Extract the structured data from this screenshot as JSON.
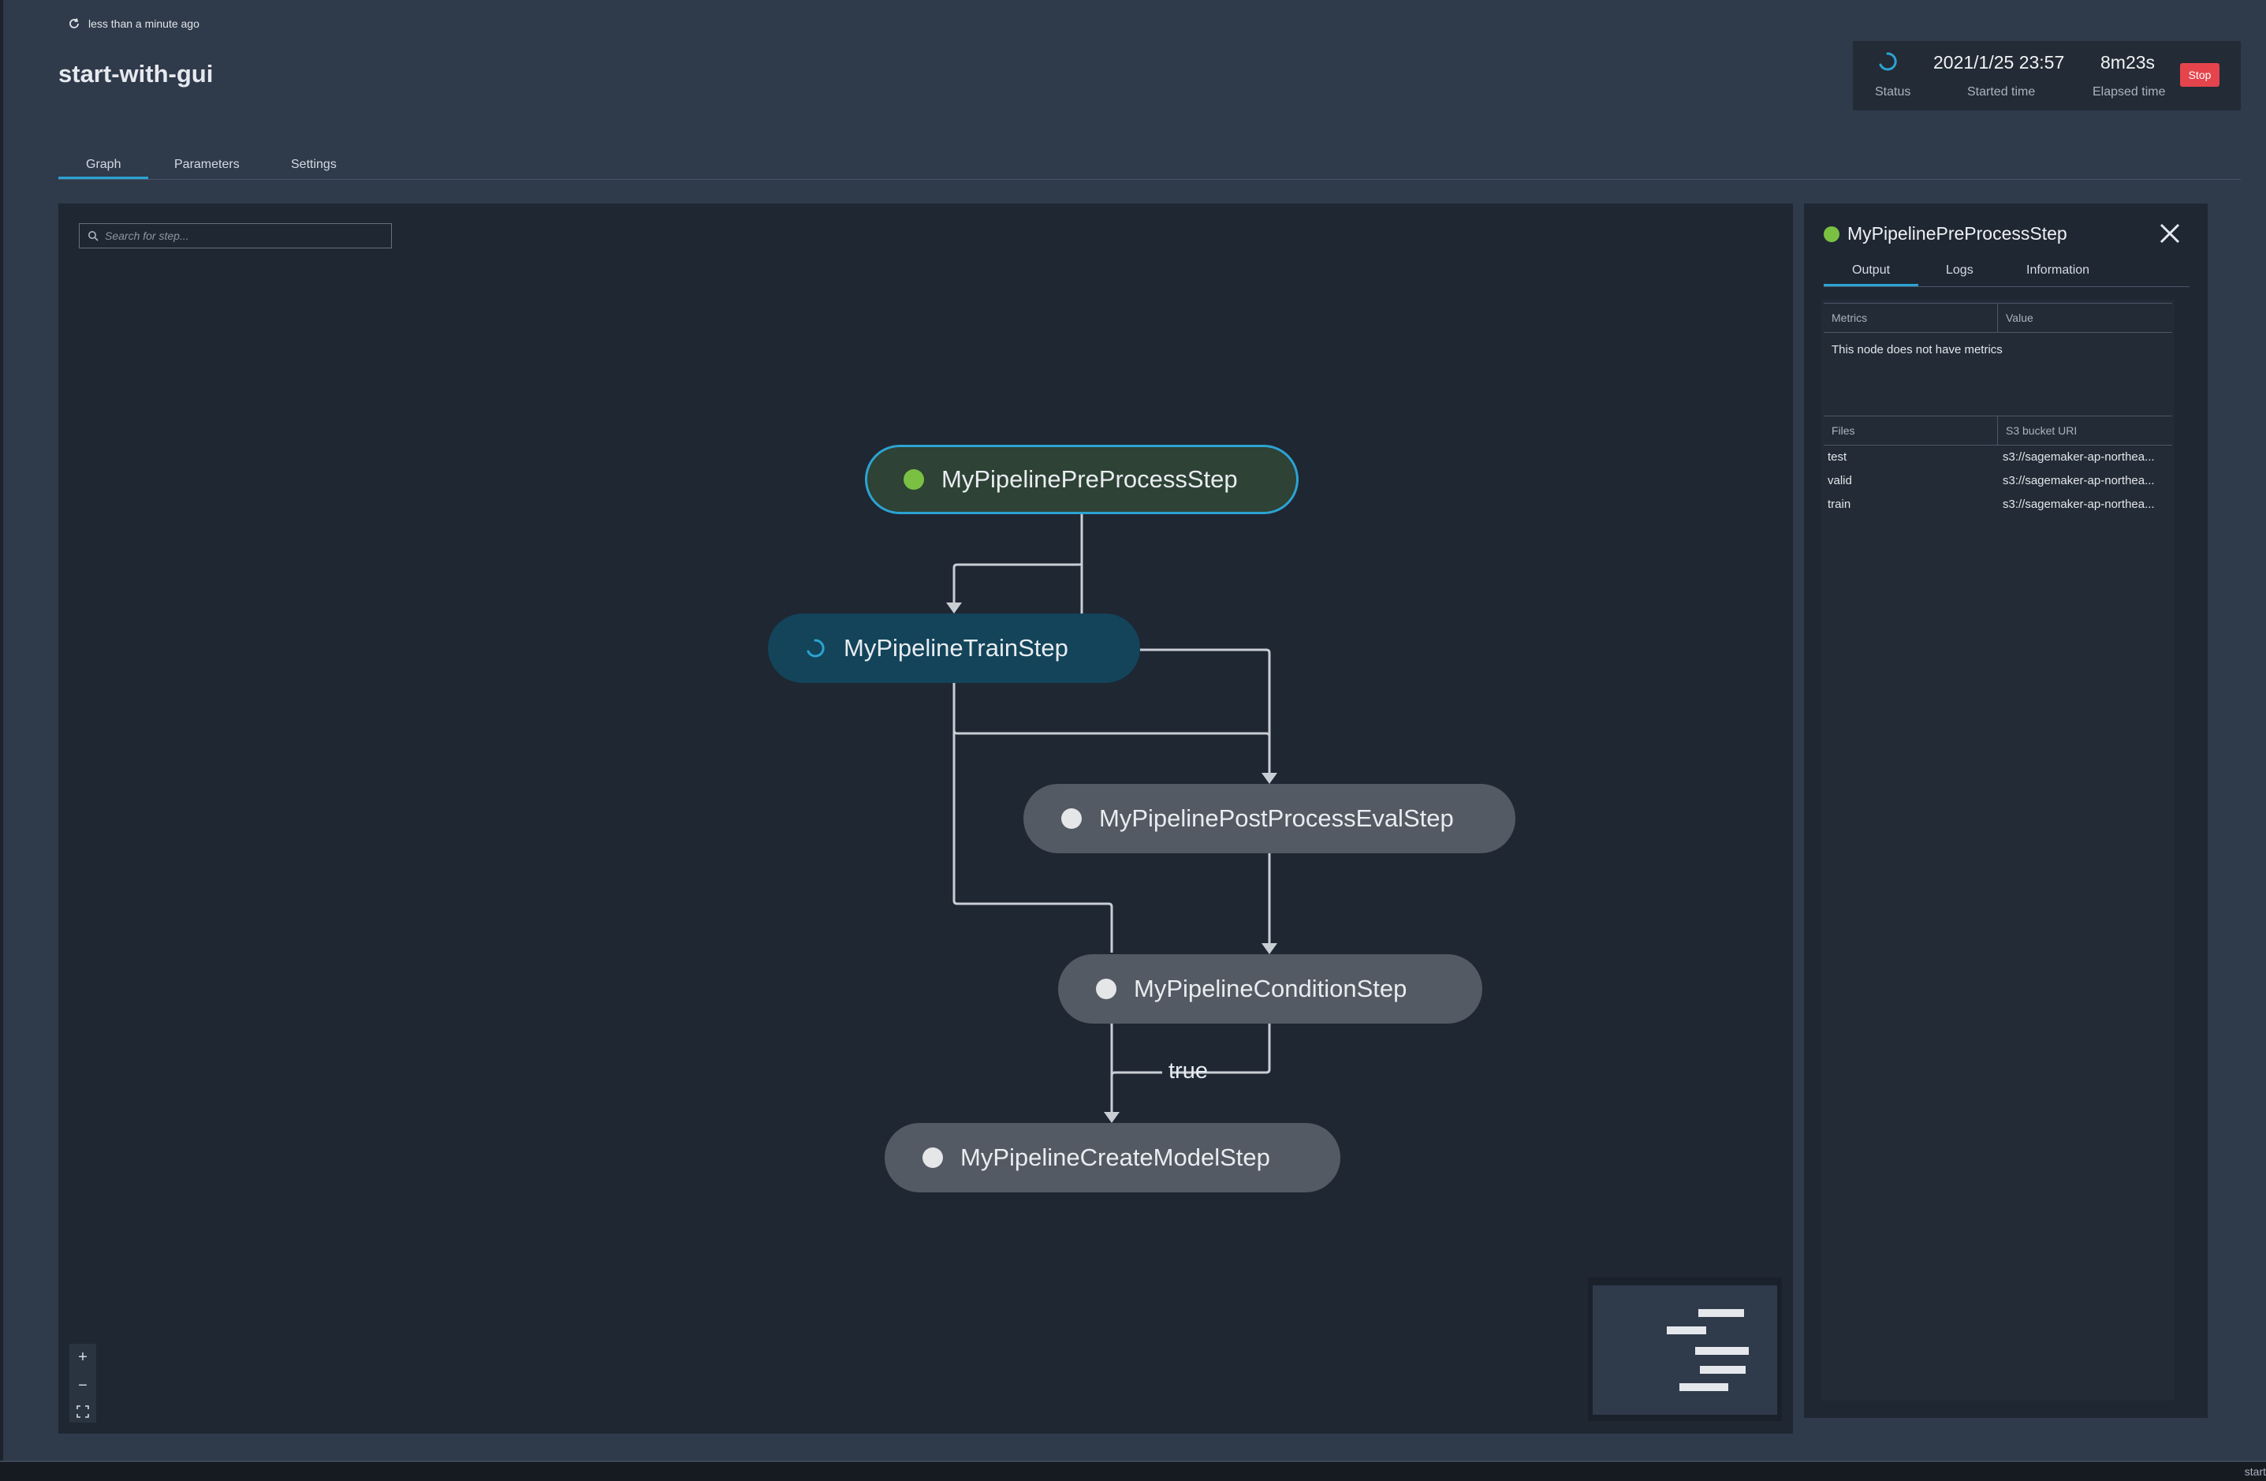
{
  "header": {
    "refresh_text": "less than a minute ago",
    "title": "start-with-gui"
  },
  "status_box": {
    "started_time": "2021/1/25 23:57",
    "elapsed_time": "8m23s",
    "status_label": "Status",
    "started_label": "Started time",
    "elapsed_label": "Elapsed time",
    "stop_label": "Stop",
    "stop_color": "#e5444c"
  },
  "tabs": [
    {
      "label": "Graph",
      "active": true
    },
    {
      "label": "Parameters"
    },
    {
      "label": "Settings"
    }
  ],
  "graph": {
    "search_placeholder": "Search for step...",
    "nodes": [
      {
        "label": "MyPipelinePreProcessStep",
        "status": "succeeded",
        "color": "#7ac143"
      },
      {
        "label": "MyPipelineTrainStep",
        "status": "executing",
        "color": "#2ca3d3"
      },
      {
        "label": "MyPipelinePostProcessEvalStep",
        "status": "not-started",
        "color": "#e4e6e8"
      },
      {
        "label": "MyPipelineConditionStep",
        "status": "not-started",
        "color": "#e4e6e8"
      },
      {
        "label": "MyPipelineCreateModelStep",
        "status": "not-started",
        "color": "#e4e6e8"
      }
    ],
    "edge_label": "true",
    "zoom_in": "+",
    "zoom_out": "−"
  },
  "detail": {
    "title": "MyPipelinePreProcessStep",
    "status_color": "#7ac143",
    "tabs": [
      {
        "label": "Output",
        "active": true
      },
      {
        "label": "Logs"
      },
      {
        "label": "Information"
      }
    ],
    "metrics_header": {
      "col1": "Metrics",
      "col2": "Value"
    },
    "metrics_empty": "This node does not have metrics",
    "files_header": {
      "col1": "Files",
      "col2": "S3 bucket URI"
    },
    "files": [
      {
        "name": "test",
        "uri": "s3://sagemaker-ap-northea..."
      },
      {
        "name": "valid",
        "uri": "s3://sagemaker-ap-northea..."
      },
      {
        "name": "train",
        "uri": "s3://sagemaker-ap-northea..."
      }
    ]
  },
  "footer_text": "start"
}
